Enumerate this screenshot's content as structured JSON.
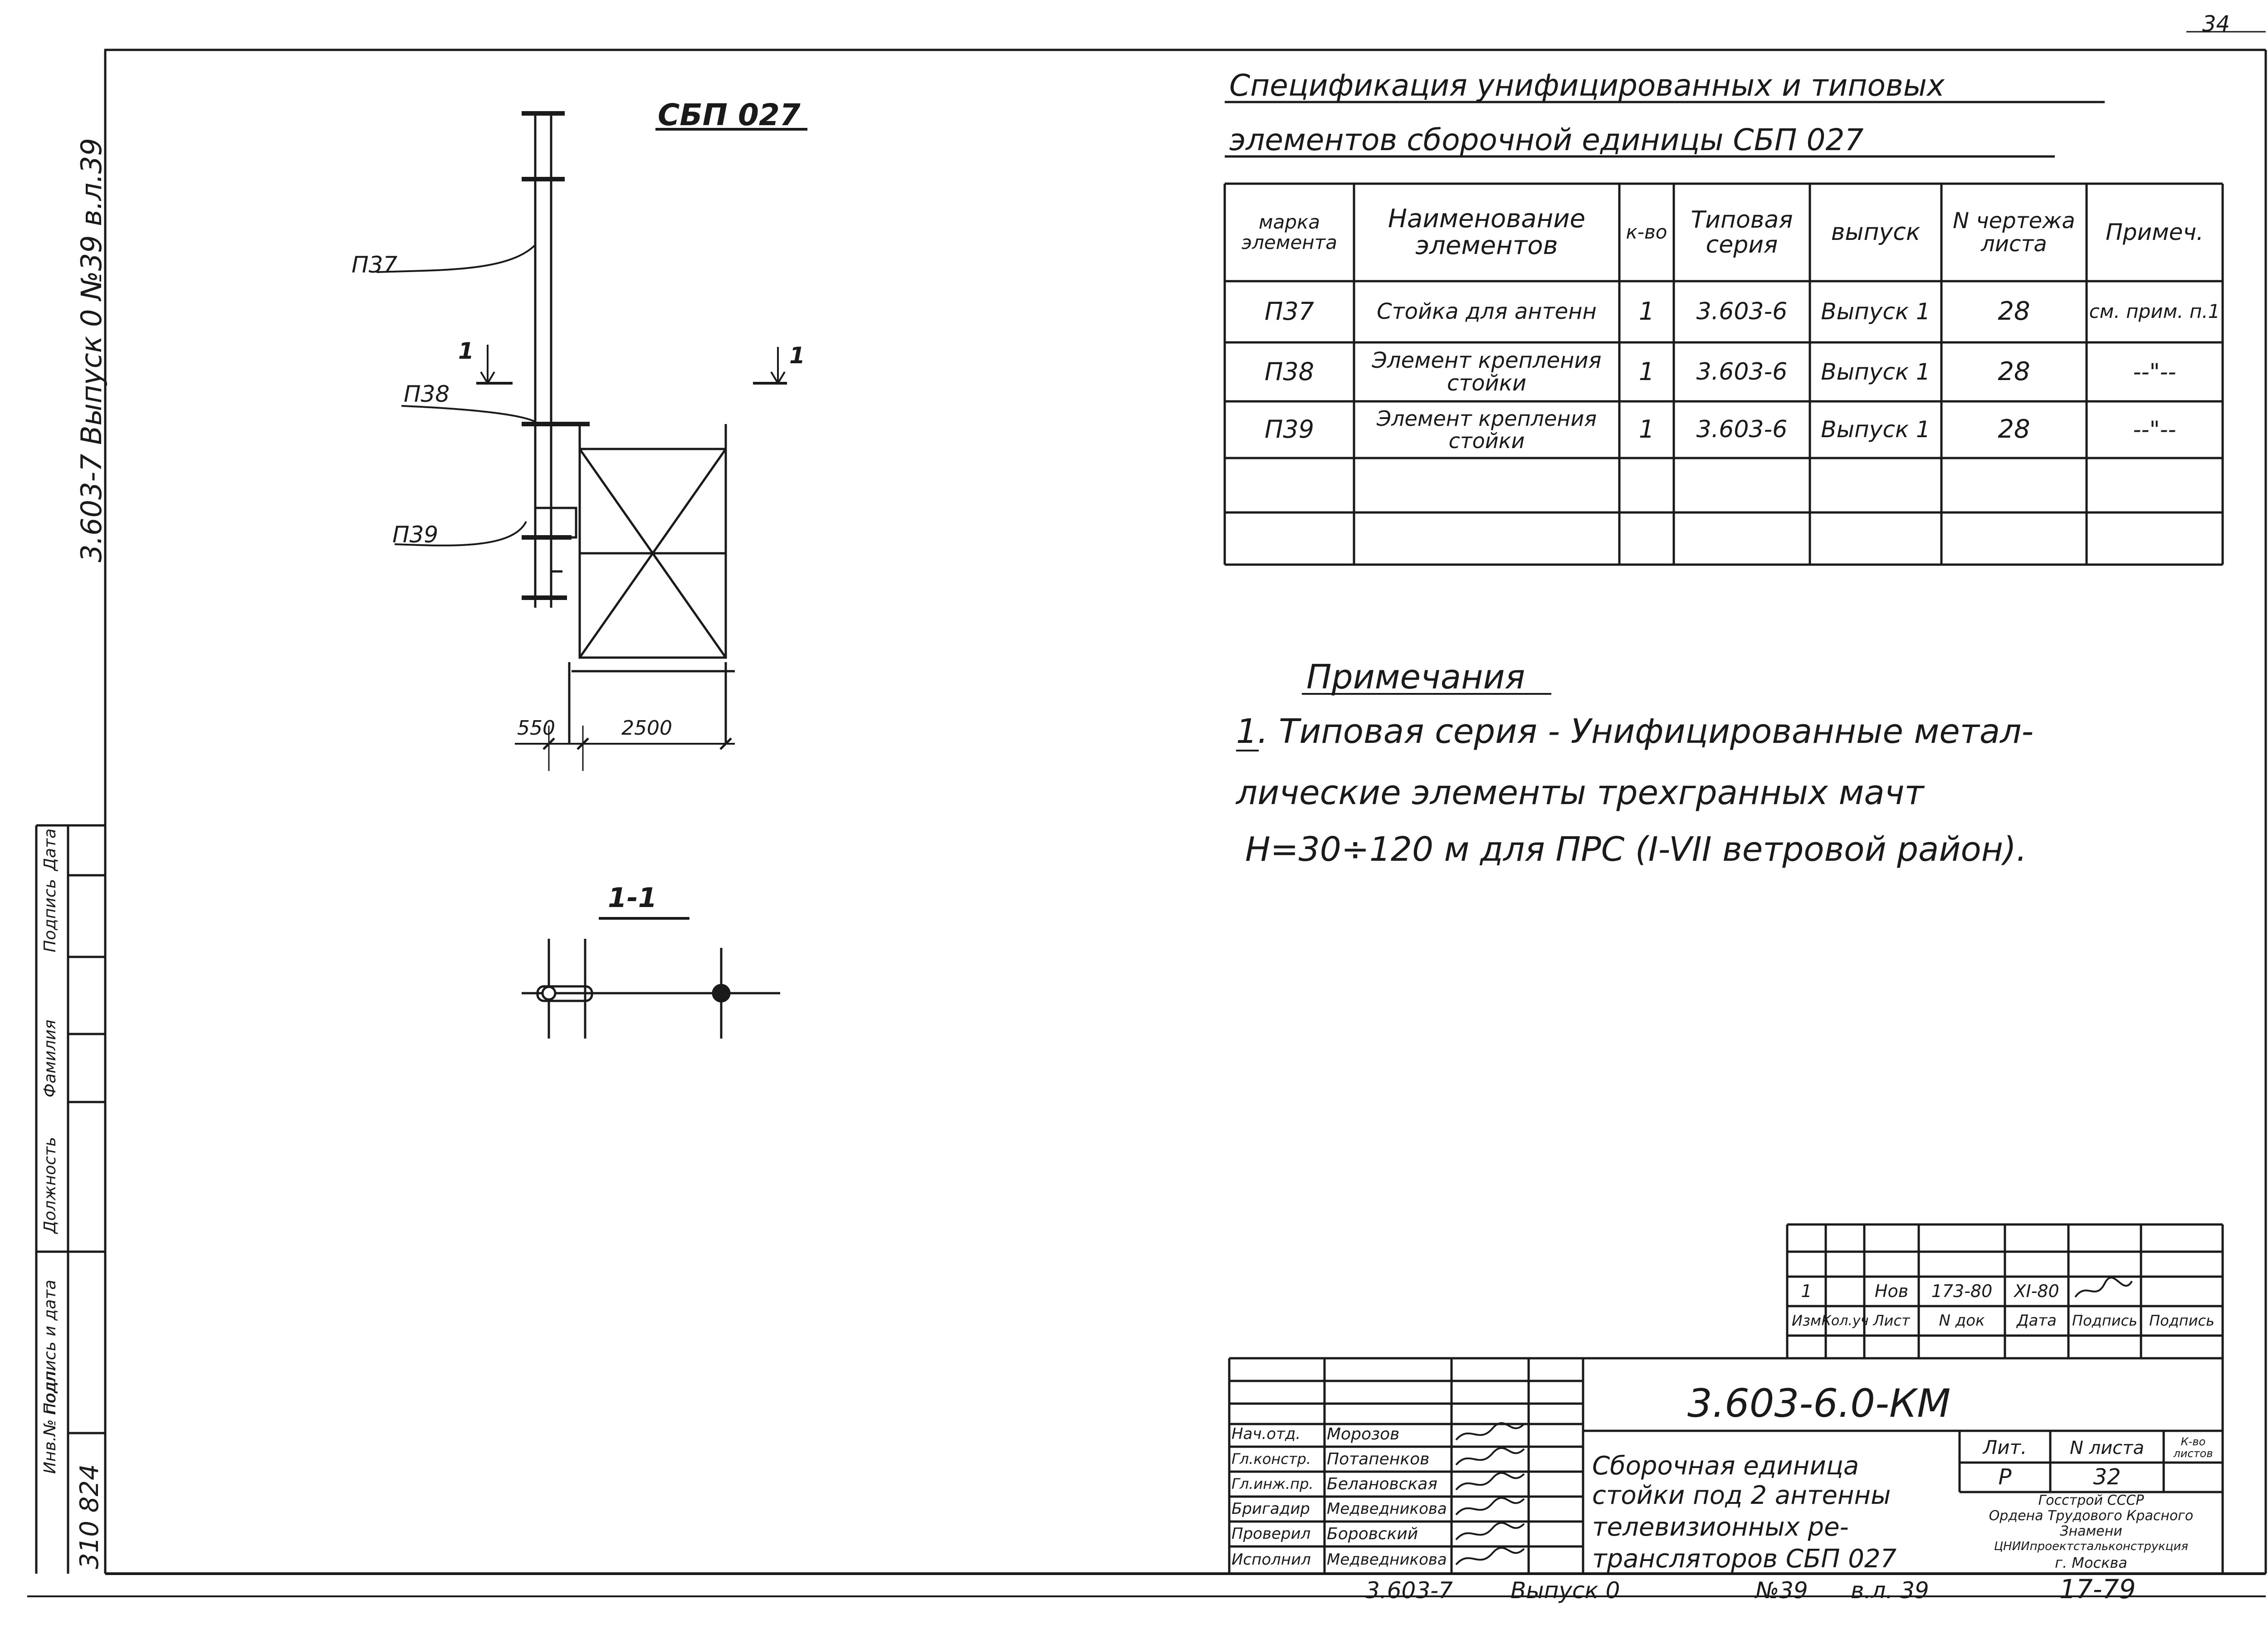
{
  "page_number": "34",
  "side_title": "3.603-7 Выпуск 0 №39 в.л.39",
  "drawing": {
    "title": "СБП 027",
    "label_p37": "П37",
    "label_p38": "П38",
    "label_p39": "П39",
    "section_mark_left": "1",
    "section_mark_right": "1",
    "dim_550": "550",
    "dim_2500": "2500",
    "section_title": "1-1"
  },
  "spec": {
    "title_line1": "Спецификация унифицированных и типовых",
    "title_line2": "элементов сборочной единицы СБП 027",
    "headers": [
      "марка элемента",
      "Наименование элементов",
      "к-во",
      "Типовая серия",
      "выпуск",
      "N чертежа листа",
      "Примеч."
    ],
    "rows": [
      [
        "П37",
        "Стойка для антенн",
        "1",
        "3.603-6",
        "Выпуск 1",
        "28",
        "см. прим. п.1"
      ],
      [
        "П38",
        "Элемент крепления стойки",
        "1",
        "3.603-6",
        "Выпуск 1",
        "28",
        "--\"--"
      ],
      [
        "П39",
        "Элемент крепления стойки",
        "1",
        "3.603-6",
        "Выпуск 1",
        "28",
        "--\"--"
      ]
    ]
  },
  "notes": {
    "heading": "Примечания",
    "line1": "1. Типовая серия - Унифицированные метал-",
    "line2": "лические элементы трехгранных мачт",
    "line3": "Н=30÷120 м для ПРС (I-VII ветровой район)."
  },
  "left_stamp": {
    "labels": [
      "Инв.№ подл.",
      "Подпись и дата",
      "Должность",
      "Фамилия",
      "Подпись",
      "Дата"
    ],
    "inv_number": "310 824"
  },
  "revision": {
    "row": [
      "1",
      "",
      "Нов",
      "173-80",
      "XI-80",
      "",
      ""
    ],
    "headers": [
      "Изм",
      "Кол.уч",
      "Лист",
      "N док",
      "Дата",
      "Подпись",
      "Подпись"
    ]
  },
  "title_block": {
    "code": "3.603-6.0-КМ",
    "staff": [
      {
        "role": "Нач.отд.",
        "name": "Морозов"
      },
      {
        "role": "Гл.констр.",
        "name": "Потапенков"
      },
      {
        "role": "Гл.инж.пр.",
        "name": "Белановская"
      },
      {
        "role": "Бригадир",
        "name": "Медведникова"
      },
      {
        "role": "Проверил",
        "name": "Боровский"
      },
      {
        "role": "Исполнил",
        "name": "Медведникова"
      }
    ],
    "description": [
      "Сборочная единица",
      "стойки под 2 антенны",
      "телевизионных ре-",
      "трансляторов СБП 027"
    ],
    "lit_label": "Лит.",
    "sheet_label": "N листа",
    "sheets_label": "К-во листов",
    "lit_value": "Р",
    "sheet_value": "32",
    "org": [
      "Госстрой СССР",
      "Ордена Трудового Красного",
      "Знамени",
      "ЦНИИпроектстальконструкция",
      "г. Москва"
    ]
  },
  "footer": {
    "series": "3.603-7",
    "issue": "Выпуск 0",
    "number": "№39",
    "sheet": "в.л. 39",
    "frame": "17-79"
  }
}
